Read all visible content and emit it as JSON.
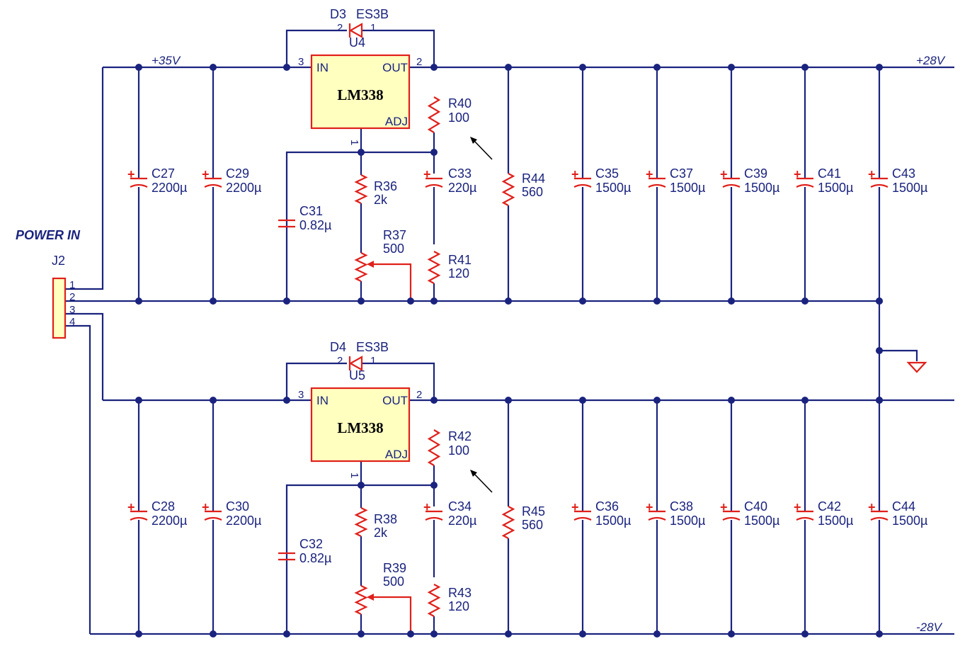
{
  "power_in": {
    "title": "POWER IN",
    "connector": "J2",
    "pins": [
      "1",
      "2",
      "3",
      "4"
    ]
  },
  "rails": {
    "in_pos": "+35V",
    "out_pos": "+28V",
    "out_neg": "-28V"
  },
  "top": {
    "diode": "D3",
    "diode_type": "ES3B",
    "diode_pin_a": "2",
    "diode_pin_b": "1",
    "reg_ref": "U4",
    "reg_name": "LM338",
    "reg_in": "IN",
    "reg_out": "OUT",
    "reg_adj": "ADJ",
    "reg_pin_in": "3",
    "reg_pin_out": "2",
    "reg_pin_adj": "1",
    "c_in1": {
      "ref": "C27",
      "value": "2200µ"
    },
    "c_in2": {
      "ref": "C29",
      "value": "2200µ"
    },
    "c_adj": {
      "ref": "C31",
      "value": "0.82µ"
    },
    "r_set": {
      "ref": "R36",
      "value": "2k"
    },
    "pot": {
      "ref": "R37",
      "value": "500"
    },
    "r_top": {
      "ref": "R40",
      "value": "100"
    },
    "c_filter": {
      "ref": "C33",
      "value": "220µ"
    },
    "r_bot": {
      "ref": "R41",
      "value": "120"
    },
    "r_load": {
      "ref": "R44",
      "value": "560"
    },
    "c_out": [
      {
        "ref": "C35",
        "value": "1500µ"
      },
      {
        "ref": "C37",
        "value": "1500µ"
      },
      {
        "ref": "C39",
        "value": "1500µ"
      },
      {
        "ref": "C41",
        "value": "1500µ"
      },
      {
        "ref": "C43",
        "value": "1500µ"
      }
    ]
  },
  "bottom": {
    "diode": "D4",
    "diode_type": "ES3B",
    "diode_pin_a": "2",
    "diode_pin_b": "1",
    "reg_ref": "U5",
    "reg_name": "LM338",
    "reg_in": "IN",
    "reg_out": "OUT",
    "reg_adj": "ADJ",
    "reg_pin_in": "3",
    "reg_pin_out": "2",
    "reg_pin_adj": "1",
    "c_in1": {
      "ref": "C28",
      "value": "2200µ"
    },
    "c_in2": {
      "ref": "C30",
      "value": "2200µ"
    },
    "c_adj": {
      "ref": "C32",
      "value": "0.82µ"
    },
    "r_set": {
      "ref": "R38",
      "value": "2k"
    },
    "pot": {
      "ref": "R39",
      "value": "500"
    },
    "r_top": {
      "ref": "R42",
      "value": "100"
    },
    "c_filter": {
      "ref": "C34",
      "value": "220µ"
    },
    "r_bot": {
      "ref": "R43",
      "value": "120"
    },
    "r_load": {
      "ref": "R45",
      "value": "560"
    },
    "c_out": [
      {
        "ref": "C36",
        "value": "1500µ"
      },
      {
        "ref": "C38",
        "value": "1500µ"
      },
      {
        "ref": "C40",
        "value": "1500µ"
      },
      {
        "ref": "C42",
        "value": "1500µ"
      },
      {
        "ref": "C44",
        "value": "1500µ"
      }
    ]
  },
  "colors": {
    "wire": "#1a237e",
    "component": "#e0201a",
    "chip_fill": "#ffffc0"
  }
}
